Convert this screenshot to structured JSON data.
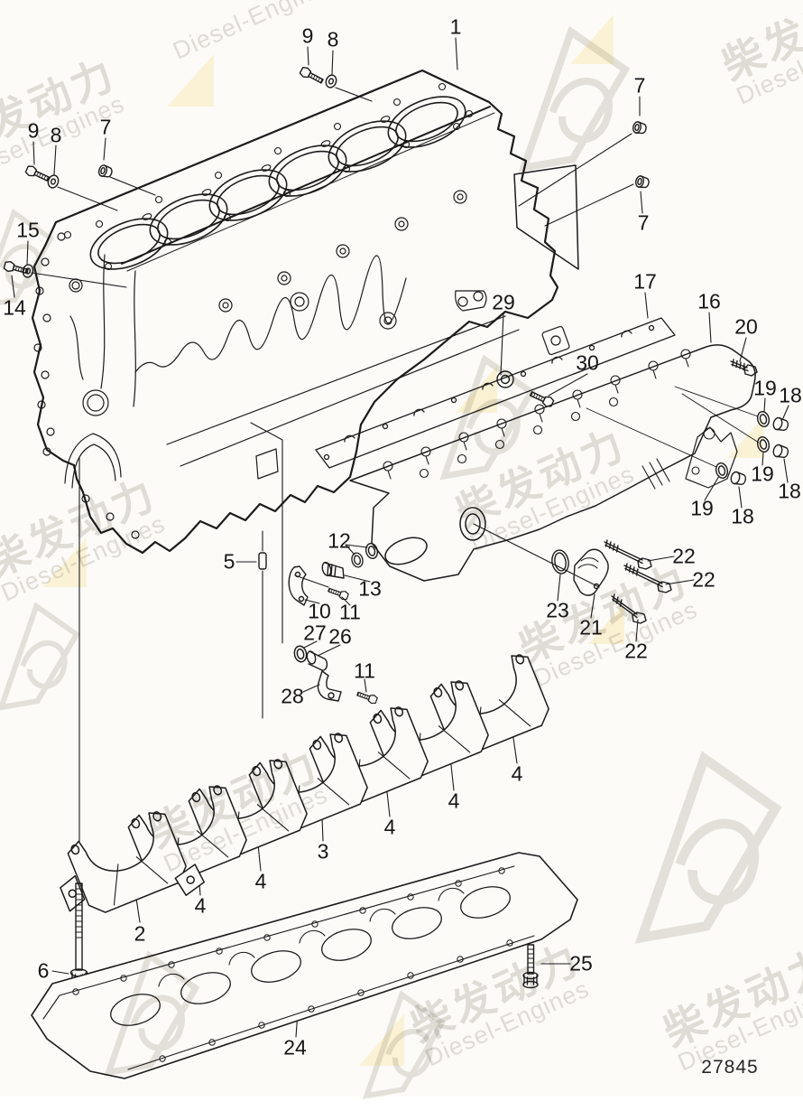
{
  "drawing_number": "27845",
  "watermark": {
    "cn": "柴发动力",
    "en": "Diesel-Engines"
  },
  "colors": {
    "background": "#fcfbf8",
    "line": "#1b1b1b",
    "label": "#161616",
    "watermark_gray": "#e2e0dc",
    "watermark_yellow": "#fbf2d6"
  },
  "callouts": {
    "c1": "1",
    "c2": "2",
    "c3": "3",
    "c4a": "4",
    "c4b": "4",
    "c4c": "4",
    "c4d": "4",
    "c4e": "4",
    "c5": "5",
    "c6": "6",
    "c7a": "7",
    "c7b": "7",
    "c7c": "7",
    "c8a": "8",
    "c8b": "8",
    "c9a": "9",
    "c9b": "9",
    "c10": "10",
    "c11a": "11",
    "c11b": "11",
    "c12": "12",
    "c13": "13",
    "c14": "14",
    "c15": "15",
    "c16": "16",
    "c17": "17",
    "c18a": "18",
    "c18b": "18",
    "c18c": "18",
    "c19a": "19",
    "c19b": "19",
    "c19c": "19",
    "c20": "20",
    "c21": "21",
    "c22a": "22",
    "c22b": "22",
    "c22c": "22",
    "c23": "23",
    "c24": "24",
    "c25": "25",
    "c26": "26",
    "c27": "27",
    "c28": "28",
    "c29": "29",
    "c30": "30"
  }
}
